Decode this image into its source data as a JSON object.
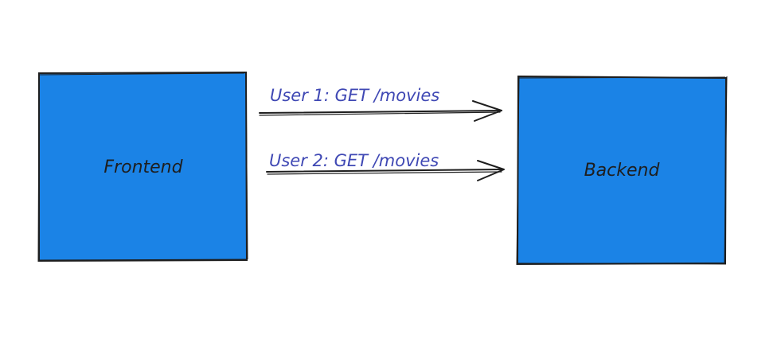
{
  "colors": {
    "box_fill": "#1b83e6",
    "box_stroke": "#1e1e1e",
    "arrow_stroke": "#1e1e1e",
    "edge_label": "#3f48b4"
  },
  "nodes": {
    "frontend": {
      "label": "Frontend"
    },
    "backend": {
      "label": "Backend"
    }
  },
  "edges": [
    {
      "label": "User 1:  GET /movies"
    },
    {
      "label": "User 2:  GET /movies"
    }
  ]
}
